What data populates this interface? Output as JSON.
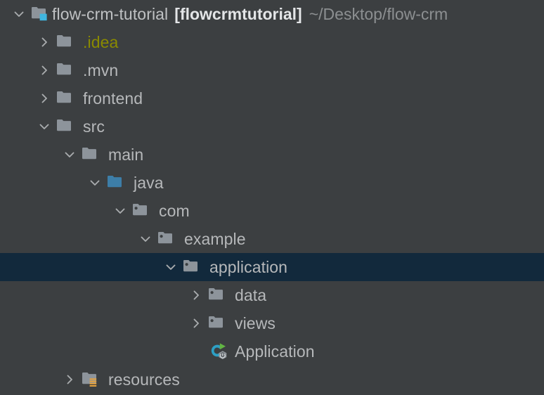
{
  "window": {
    "background_color": "#3c3f41",
    "selection_color": "#12293c",
    "text_color": "#b6b8ba",
    "excluded_color": "#8a8a00",
    "path_color": "#8c8f91",
    "source_root_color": "#3d7ea8",
    "folder_color": "#8d949b",
    "badge_module_color": "#40b6e0",
    "badge_resources_color": "#e8a33d",
    "run_arrow_color": "#62b543",
    "class_icon_color": "#2d9fc4"
  },
  "tree": {
    "rows": [
      {
        "name": "flow-crm-tutorial",
        "module": "[flowcrmtutorial]",
        "path": "~/Desktop/flow-crm",
        "depth": 0,
        "chevron": "expanded",
        "icon": "module-folder-icon",
        "selected": false
      },
      {
        "name": ".idea",
        "depth": 1,
        "chevron": "collapsed",
        "icon": "folder-icon",
        "style": "excluded",
        "selected": false
      },
      {
        "name": ".mvn",
        "depth": 1,
        "chevron": "collapsed",
        "icon": "folder-icon",
        "selected": false
      },
      {
        "name": "frontend",
        "depth": 1,
        "chevron": "collapsed",
        "icon": "folder-icon",
        "selected": false
      },
      {
        "name": "src",
        "depth": 1,
        "chevron": "expanded",
        "icon": "folder-icon",
        "selected": false
      },
      {
        "name": "main",
        "depth": 2,
        "chevron": "expanded",
        "icon": "folder-icon",
        "selected": false
      },
      {
        "name": "java",
        "depth": 3,
        "chevron": "expanded",
        "icon": "source-root-folder-icon",
        "selected": false
      },
      {
        "name": "com",
        "depth": 4,
        "chevron": "expanded",
        "icon": "package-icon",
        "selected": false
      },
      {
        "name": "example",
        "depth": 5,
        "chevron": "expanded",
        "icon": "package-icon",
        "selected": false
      },
      {
        "name": "application",
        "depth": 6,
        "chevron": "expanded",
        "icon": "package-icon",
        "selected": true
      },
      {
        "name": "data",
        "depth": 7,
        "chevron": "collapsed",
        "icon": "package-icon",
        "selected": false
      },
      {
        "name": "views",
        "depth": 7,
        "chevron": "collapsed",
        "icon": "package-icon",
        "selected": false
      },
      {
        "name": "Application",
        "depth": 7,
        "chevron": "none",
        "icon": "runnable-class-icon",
        "selected": false
      },
      {
        "name": "resources",
        "depth": 2,
        "chevron": "collapsed",
        "icon": "resources-folder-icon",
        "selected": false
      }
    ]
  }
}
